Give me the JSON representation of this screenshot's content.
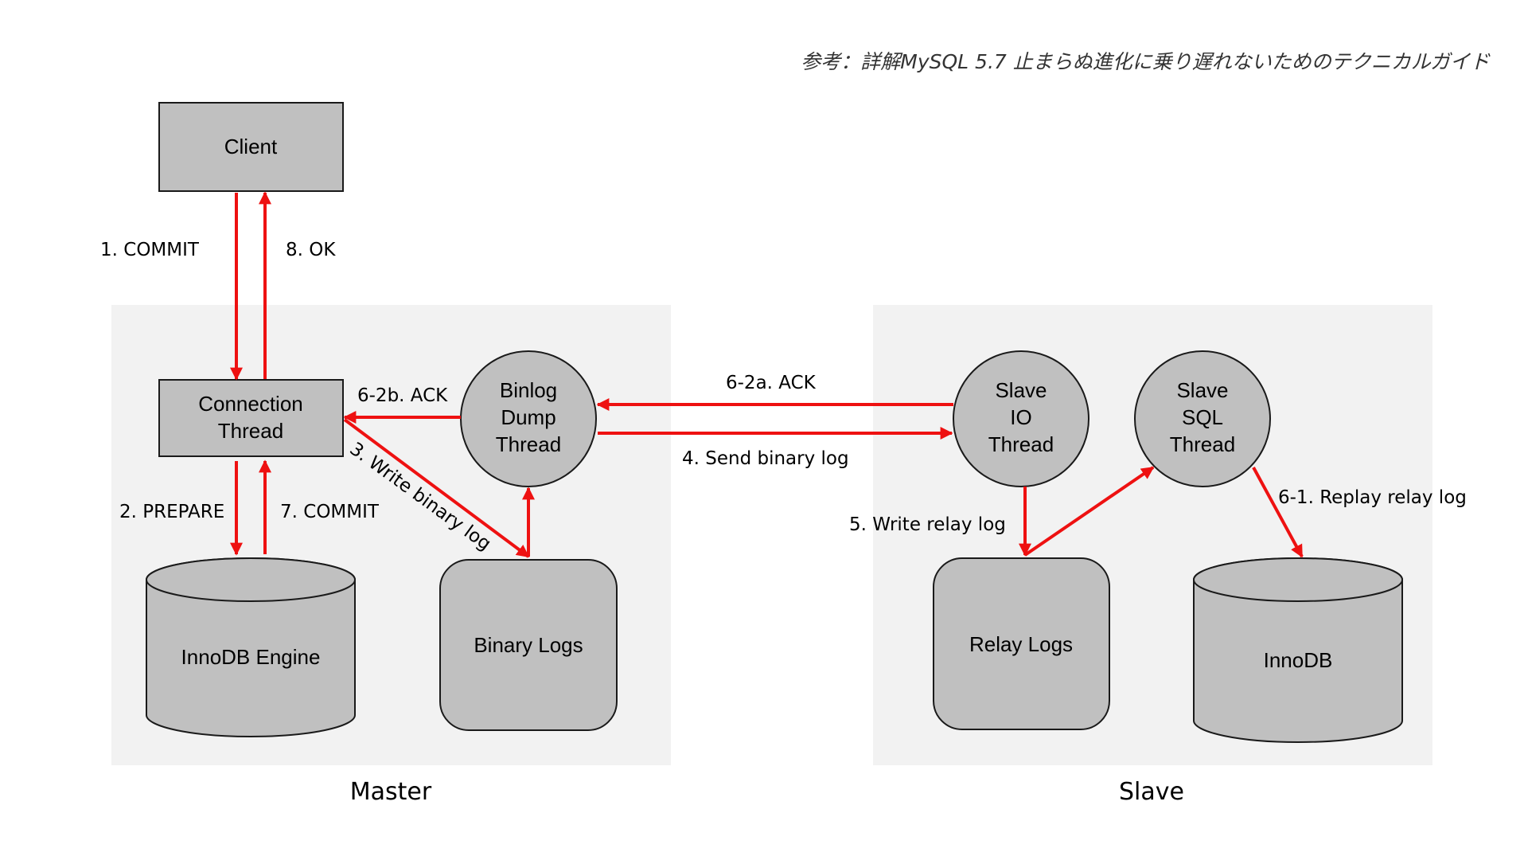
{
  "reference": "参考：詳解MySQL 5.7 止まらぬ進化に乗り遅れないためのテクニカルガイド",
  "sections": {
    "master": "Master",
    "slave": "Slave"
  },
  "nodes": {
    "client": [
      "Client"
    ],
    "connection_thread": [
      "Connection",
      "Thread"
    ],
    "innodb_engine": [
      "InnoDB Engine"
    ],
    "binlog_dump_thread": [
      "Binlog",
      "Dump",
      "Thread"
    ],
    "binary_logs": [
      "Binary Logs"
    ],
    "slave_io_thread": [
      "Slave",
      "IO",
      "Thread"
    ],
    "slave_sql_thread": [
      "Slave",
      "SQL",
      "Thread"
    ],
    "relay_logs": [
      "Relay Logs"
    ],
    "slave_innodb": [
      "InnoDB"
    ]
  },
  "edges": {
    "commit": "1. COMMIT",
    "ok": "8. OK",
    "prepare": "2. PREPARE",
    "commit7": "7. COMMIT",
    "ack_6_2b": "6-2b. ACK",
    "write_binary_log": "3. Write binary log",
    "ack_6_2a": "6-2a. ACK",
    "send_binary_log": "4. Send binary log",
    "write_relay_log": "5. Write relay log",
    "replay_relay_log": "6-1. Replay relay log"
  },
  "colors": {
    "arrow": "#ee1111",
    "node_fill": "#c0c0c0",
    "panel_fill": "#f2f2f2"
  }
}
